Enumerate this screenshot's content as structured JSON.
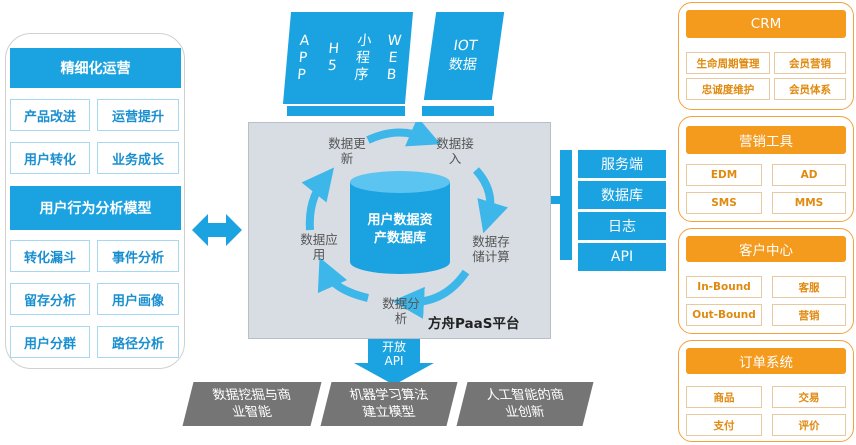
{
  "left": {
    "header1": "精细化运营",
    "row1": [
      "产品改进",
      "运营提升"
    ],
    "row2": [
      "用户转化",
      "业务成长"
    ],
    "header2": "用户行为分析模型",
    "row3": [
      "转化漏斗",
      "事件分析"
    ],
    "row4": [
      "留存分析",
      "用户画像"
    ],
    "row5": [
      "用户分群",
      "路径分析"
    ]
  },
  "top_sources": {
    "app": [
      "A",
      "P",
      "P"
    ],
    "h5": [
      "H",
      "5"
    ],
    "mini": [
      "小",
      "程",
      "序"
    ],
    "web": [
      "W",
      "E",
      "B"
    ],
    "iot": [
      "IOT",
      "数据"
    ]
  },
  "center": {
    "cycle": {
      "update": [
        "数据更",
        "新"
      ],
      "ingest": [
        "数据接",
        "入"
      ],
      "storage": [
        "数据存",
        "储计算"
      ],
      "analysis": [
        "数据分",
        "析"
      ],
      "apply": [
        "数据应",
        "用"
      ]
    },
    "db_label": [
      "用户数据资",
      "产数据库"
    ],
    "platform": "方舟PaaS平台",
    "open_api": [
      "开放",
      "API"
    ]
  },
  "right_streams": [
    "服务端",
    "数据库",
    "日志",
    "API"
  ],
  "outputs": [
    [
      "数据挖掘与商",
      "业智能"
    ],
    [
      "机器学习算法",
      "建立模型"
    ],
    [
      "人工智能的商",
      "业创新"
    ]
  ],
  "right_panels": {
    "crm": {
      "title": "CRM",
      "items": [
        "生命周期管理",
        "会员营销",
        "忠诚度维护",
        "会员体系"
      ]
    },
    "marketing": {
      "title": "营销工具",
      "items": [
        "EDM",
        "AD",
        "SMS",
        "MMS"
      ]
    },
    "service": {
      "title": "客户中心",
      "items": [
        "In-Bound",
        "客服",
        "Out-Bound",
        "营销"
      ]
    },
    "order": {
      "title": "订单系统",
      "items": [
        "商品",
        "交易",
        "支付",
        "评价"
      ]
    }
  },
  "colors": {
    "blue": "#1aa3e0",
    "orange": "#f49a1c",
    "gray": "#757575",
    "core_bg": "#d8dde3"
  }
}
